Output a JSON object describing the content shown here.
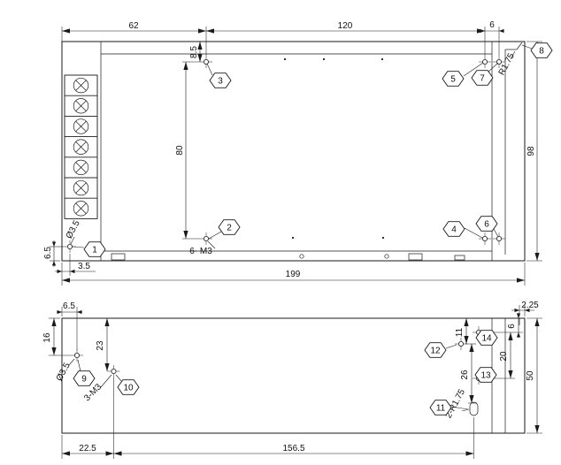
{
  "drawing": {
    "top_view": {
      "balloons": {
        "b1": "1",
        "b2": "2",
        "b3": "3",
        "b4": "4",
        "b5": "5",
        "b6": "6",
        "b7": "7",
        "b8": "8"
      },
      "dims": {
        "span_left": "62",
        "span_mid": "120",
        "span_right": "6",
        "hole_top_offset": "8.5",
        "hole_row_spacing": "80",
        "body_height": "98",
        "body_width": "199",
        "corner_hole_x": "3.5",
        "corner_hole_y": "6.5",
        "corner_radius": "R1.75",
        "corner_hole_dia": "Ø3.5",
        "tapped_holes": "6- M3"
      }
    },
    "bottom_view": {
      "balloons": {
        "b9": "9",
        "b10": "10",
        "b11": "11",
        "b12": "12",
        "b13": "13",
        "b14": "14"
      },
      "dims": {
        "hole_a_x": "6.5",
        "hole_a_y": "16",
        "hole_b_y": "23",
        "hole_a_dia": "Ø3.5",
        "tapped_holes": "3-M3",
        "lip_offset": "2.25",
        "slot_top": "6",
        "hole_c_y": "11",
        "hole_spacing_right": "20",
        "hole_spacing_mid": "26",
        "body_height": "50",
        "foot_x": "22.5",
        "foot_spacing": "156.5",
        "notch_radius": "2-R1.75"
      }
    }
  }
}
